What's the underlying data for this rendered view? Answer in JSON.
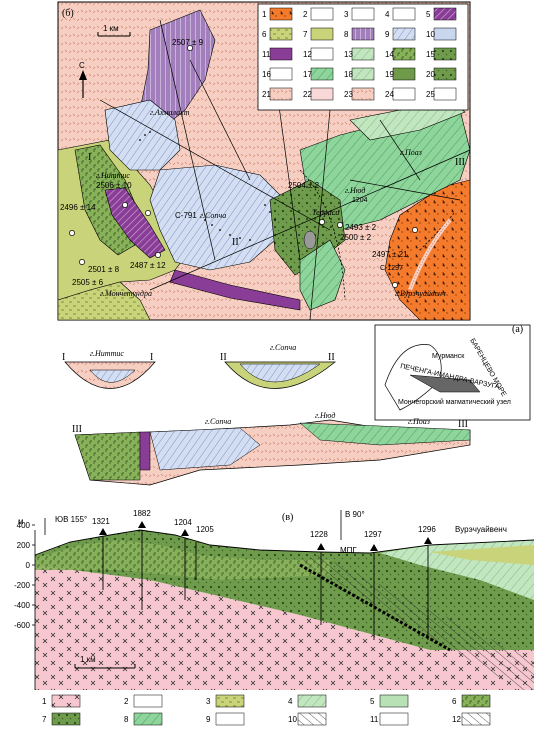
{
  "panel_b": {
    "label": "(б)",
    "scale_bar": "1 км",
    "north": "С",
    "legend": [
      "1",
      "2",
      "3",
      "4",
      "5",
      "6",
      "7",
      "8",
      "9",
      "10",
      "11",
      "12",
      "13",
      "14",
      "15",
      "16",
      "17",
      "18",
      "19",
      "20",
      "21",
      "22",
      "23",
      "24",
      "25"
    ],
    "places": {
      "nittis": "г.Ниттис",
      "sopcha": "г.Сопча",
      "nyud": "г.Нюд",
      "poaz": "г.Поаз",
      "moncha": "г.Мончетундра",
      "vurech": "г.Вурэчуайвенч",
      "ahmalakht": "г.Ахмалахт",
      "terrasy": "Терраси"
    },
    "ages": {
      "a1": "2507 ± 9",
      "a2": "2506 ± 10",
      "a3": "2496 ± 14",
      "a4": "2501 ± 8",
      "a5": "2505 ± 6",
      "a6": "2487 ± 12",
      "a7": "2504 ± 2",
      "a8": "2493 ± 2",
      "a9": "2500 ± 2",
      "a10": "2497 ± 21"
    },
    "boreholes": {
      "c791": "С-791",
      "c1204": "1204",
      "c1297": "С-1297"
    },
    "roman": {
      "r1": "I",
      "r2": "II",
      "r3": "III"
    }
  },
  "inset_a": {
    "label": "(а)",
    "sea": "БАРЕНЦЕВО МОРЕ",
    "murmansk": "Мурманск",
    "belt": "ПЕЧЕНГА-ИМАНДРА-ВАРЗУГА",
    "node": "Мончегорский магматический узел"
  },
  "sections": {
    "s1": {
      "left": "I",
      "right": "I",
      "title": "г.Ниттис"
    },
    "s2": {
      "left": "II",
      "right": "II",
      "title": "г.Сопча"
    },
    "s3": {
      "left": "III",
      "right": "III",
      "title1": "г.Сопча",
      "title2": "г.Нюд",
      "title3": "г.Поаз"
    }
  },
  "panel_v": {
    "label": "(в)",
    "unit": "м",
    "y_ticks": [
      "400",
      "200",
      "0",
      "-200",
      "-400",
      "-600"
    ],
    "az_left": "ЮВ 155°",
    "az_right": "В 90°",
    "mpg": "МПГ",
    "place": "Вурэчуайвенч",
    "scale_bar": "1 км",
    "boreholes": [
      "1321",
      "1882",
      "1204",
      "1205",
      "1228",
      "1297",
      "1296"
    ],
    "legend": [
      "1",
      "2",
      "3",
      "4",
      "5",
      "6",
      "7",
      "8",
      "9",
      "10",
      "11",
      "12"
    ]
  },
  "colors": {
    "orange": "#f47a2c",
    "pink": "#f3c6b6",
    "lightpink": "#f9d8d8",
    "yellowgreen": "#c9d37a",
    "olive": "#8fb55a",
    "darkgreen": "#6e9a4a",
    "green": "#7ecf8c",
    "lightgreen": "#b8e2b5",
    "purple": "#8a3d96",
    "lightpurple": "#b898c8",
    "lightblue": "#c8d6ee",
    "grey": "#999999"
  }
}
